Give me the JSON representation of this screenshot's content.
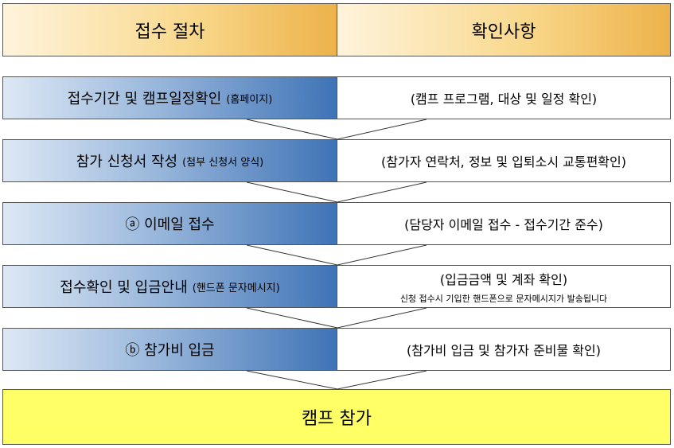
{
  "header": {
    "left": "접수 절차",
    "right": "확인사항"
  },
  "steps": [
    {
      "title": "접수기간 및 캠프일정확인",
      "sub": "(홈페이지)",
      "note": "(캠프 프로그램, 대상 및 일정 확인)"
    },
    {
      "title": "참가 신청서 작성",
      "sub": "(첨부 신청서 양식)",
      "note": "(참가자 연락처, 정보 및 입퇴소시 교통편확인)"
    },
    {
      "title": "ⓐ 이메일 접수",
      "sub": "",
      "note": "(담당자 이메일 접수 - 접수기간 준수)"
    },
    {
      "title": "접수확인 및 입금안내",
      "sub": "(핸드폰 문자메시지)",
      "note": "(입금금액 및 계좌 확인)",
      "note2": "신청 접수시 기입한 핸드폰으로 문자메시지가 발송됩니다"
    },
    {
      "title": "ⓑ 참가비 입금",
      "sub": "",
      "note": "(참가비 입금 및 참가자 준비물 확인)"
    }
  ],
  "final": "캠프 참가",
  "colors": {
    "header_gradient_end": "#edb24a",
    "step_gradient_end": "#3f73b6",
    "final_fill": "#ffff66"
  }
}
